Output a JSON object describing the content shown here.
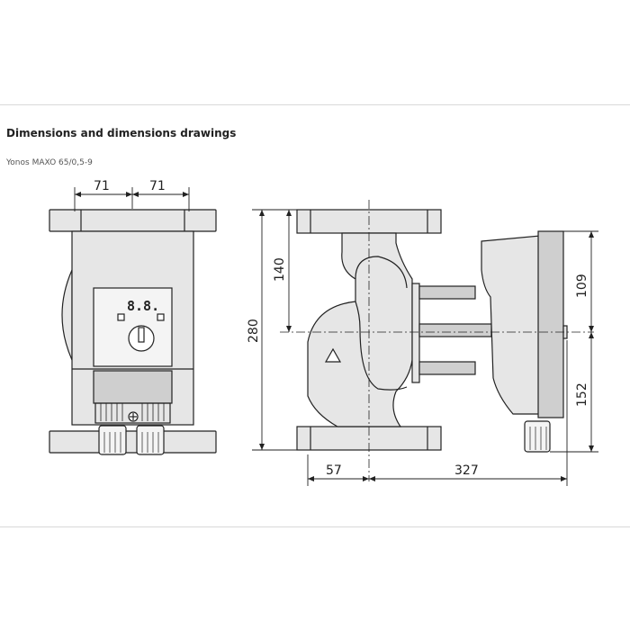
{
  "header": {
    "title": "Dimensions and dimensions drawings",
    "model": "Yonos MAXO 65/0,5-9"
  },
  "dimensions": {
    "front_left_half": "71",
    "front_right_half": "71",
    "side_total_height": "280",
    "side_upper_to_axis": "140",
    "motor_upper": "109",
    "motor_lower": "152",
    "flange_offset": "57",
    "motor_length": "327"
  },
  "display": {
    "readout": "8.8."
  },
  "colors": {
    "body_fill": "#e6e6e6",
    "module_fill": "#cfcfcf",
    "line": "#222222"
  }
}
